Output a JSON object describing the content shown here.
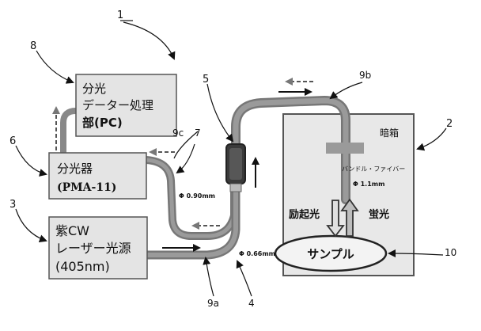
{
  "diagram": {
    "number": "1",
    "boxes": {
      "pc": {
        "line1": "分光",
        "line2": "データー処理",
        "line3": "部(PC)",
        "ref": "8"
      },
      "spectrometer": {
        "line1": "分光器",
        "line2": "(PMA-11)",
        "ref": "6"
      },
      "laser": {
        "line1": "紫CW",
        "line2": "レーザー光源",
        "line3": "(405nm)",
        "ref": "3"
      },
      "darkbox": {
        "label": "暗箱",
        "ref": "2"
      }
    },
    "sample": {
      "label": "サンプル",
      "ref": "10"
    },
    "labels": {
      "bundle_fiber": "バンドル・ファイバー",
      "excitation": "励起光",
      "fluorescence": "蛍光",
      "dia_090": "Φ 0.90mm",
      "dia_066": "Φ 0.66mm",
      "dia_11": "Φ 1.1mm"
    },
    "refs": {
      "coupler": "5",
      "fiber_c": "9c",
      "fiber_7": "7",
      "fiber_b": "9b",
      "fiber_a": "9a",
      "fiber_4": "4"
    }
  }
}
